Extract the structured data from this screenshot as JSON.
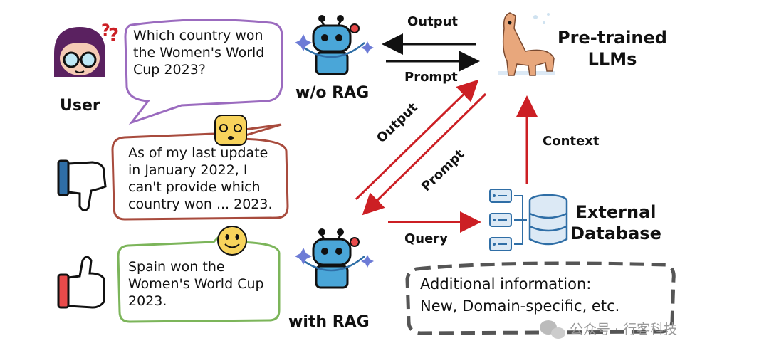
{
  "user": {
    "label": "User"
  },
  "question": {
    "text": "Which country won\nthe Women's World\nCup 2023?"
  },
  "bad_answer": {
    "text": "As of my last update\nin January 2022, I\ncan't provide which\ncountry won ... 2023."
  },
  "good_answer": {
    "text": "Spain won the\nWomen's World Cup\n2023."
  },
  "without_rag": {
    "label": "w/o RAG"
  },
  "with_rag": {
    "label": "with RAG"
  },
  "llm": {
    "label": "Pre-trained\nLLMs"
  },
  "database": {
    "label": "External\nDatabase"
  },
  "info": {
    "text": "Additional information:\nNew, Domain-specific, etc."
  },
  "arrows": {
    "output_top": "Output",
    "prompt_top": "Prompt",
    "output_diag": "Output",
    "prompt_diag": "Prompt",
    "context": "Context",
    "query": "Query"
  },
  "watermark": {
    "text": "公众号 · 行客科技"
  },
  "colors": {
    "red": "#cc1f24",
    "purple": "#9b6bbf",
    "brown": "#a84b3d",
    "green": "#7cb55a",
    "blue": "#2f6ea6"
  }
}
